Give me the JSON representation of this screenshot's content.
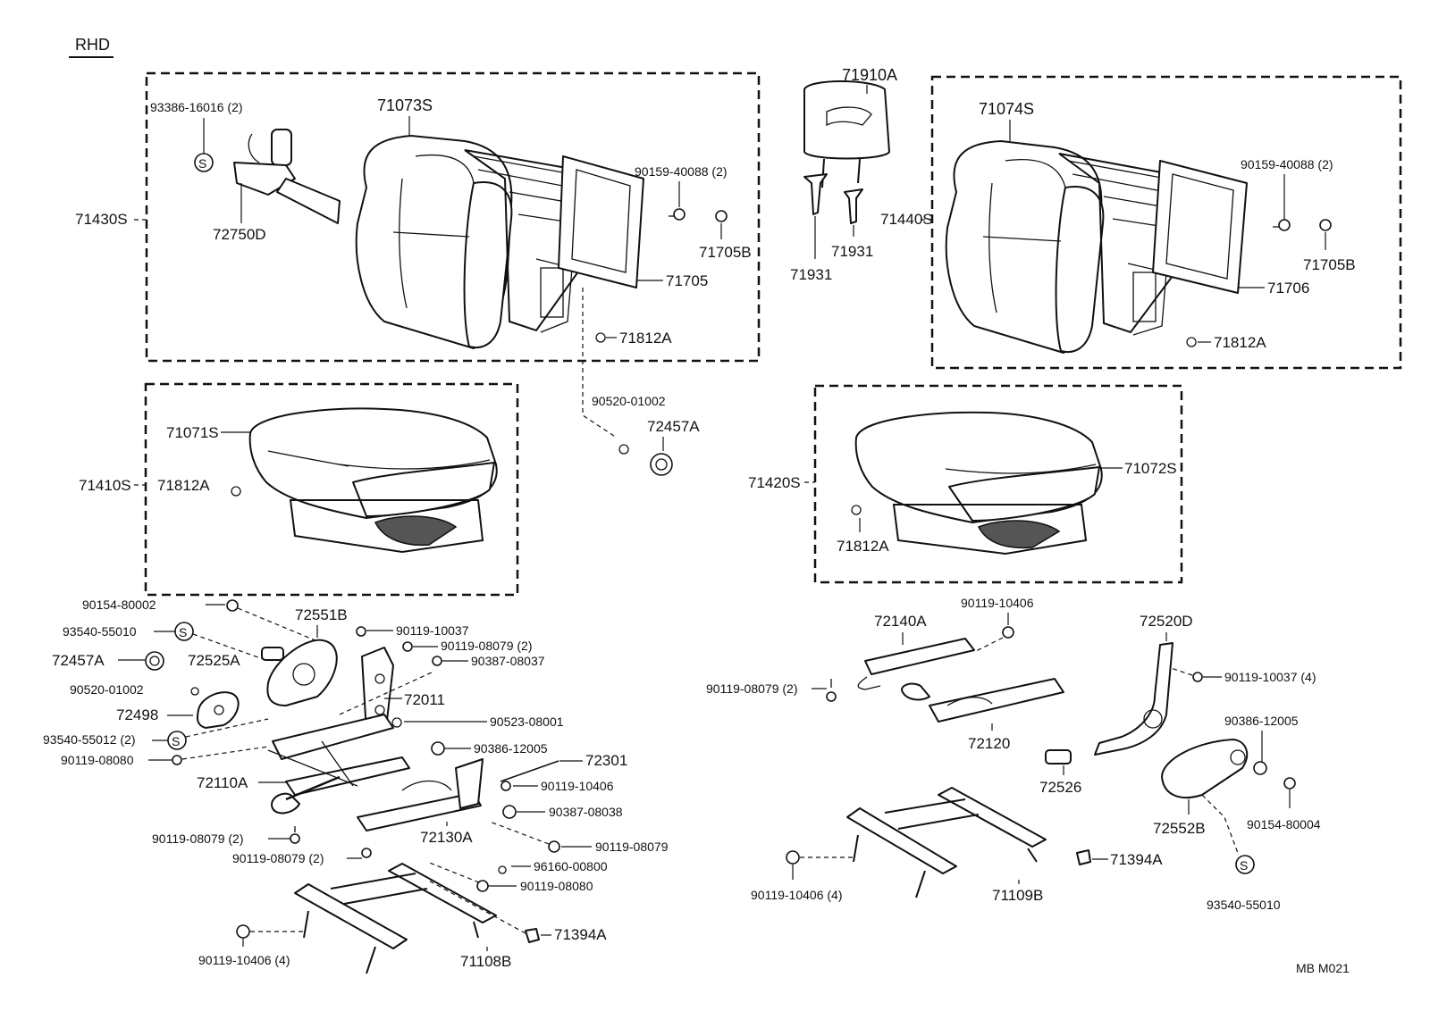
{
  "diagram": {
    "header_text": "RHD",
    "footer_code": "MB  M021",
    "labels": {
      "p93386": "93386-16016 (2)",
      "p71073S": "71073S",
      "p71430S": "71430S",
      "p72750D": "72750D",
      "p90159a": "90159-40088 (2)",
      "p71705B_a": "71705B",
      "p71705": "71705",
      "p71812A_a": "71812A",
      "p71910A": "71910A",
      "p71931a": "71931",
      "p71931b": "71931",
      "p71440S": "71440S",
      "p71074S": "71074S",
      "p90159b": "90159-40088 (2)",
      "p71705B_b": "71705B",
      "p71706": "71706",
      "p71812A_b": "71812A",
      "p71071S": "71071S",
      "p71410S": "71410S",
      "p71812A_c": "71812A",
      "p90520a": "90520-01002",
      "p72457A_a": "72457A",
      "p71420S": "71420S",
      "p71072S": "71072S",
      "p71812A_d": "71812A",
      "p90154a": "90154-80002",
      "p72551B": "72551B",
      "p93540a": "93540-55010",
      "p90119_10037a": "90119-10037",
      "p90119_08079a": "90119-08079 (2)",
      "p90387a": "90387-08037",
      "p72457A_b": "72457A",
      "p72525A": "72525A",
      "p90520b": "90520-01002",
      "p72011": "72011",
      "p72498": "72498",
      "p90523": "90523-08001",
      "p93540b": "93540-55012 (2)",
      "p90386a": "90386-12005",
      "p90119_08080a": "90119-08080",
      "p72301": "72301",
      "p72110A": "72110A",
      "p90119_10406a": "90119-10406",
      "p90387b": "90387-08038",
      "p72130A": "72130A",
      "p90119_08079b": "90119-08079 (2)",
      "p90119_08079c": "90119-08079",
      "p90119_08079d": "90119-08079 (2)",
      "p96160": "96160-00800",
      "p90119_08080b": "90119-08080",
      "p71394A_a": "71394A",
      "p90119_10406b": "90119-10406 (4)",
      "p71108B": "71108B",
      "p72140A": "72140A",
      "p90119_10406c": "90119-10406",
      "p72520D": "72520D",
      "p90119_08079e": "90119-08079 (2)",
      "p90119_10037b": "90119-10037 (4)",
      "p72120": "72120",
      "p90386b": "90386-12005",
      "p72526": "72526",
      "p72552B": "72552B",
      "p90154b": "90154-80004",
      "p71394A_b": "71394A",
      "p90119_10406d": "90119-10406 (4)",
      "p71109B": "71109B",
      "p93540c": "93540-55010"
    },
    "symbols": {
      "s_letter": "S"
    }
  }
}
